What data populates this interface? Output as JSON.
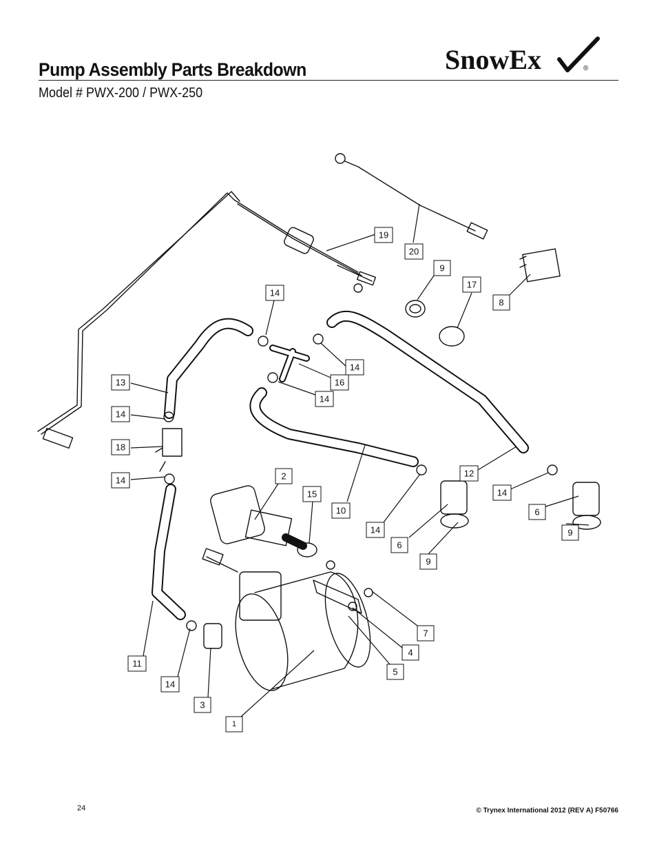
{
  "header": {
    "title": "Pump Assembly Parts Breakdown",
    "model": "Model # PWX-200 / PWX-250",
    "logo_text": "SnowEx",
    "logo_reg": "®"
  },
  "callouts": [
    "19",
    "20",
    "9",
    "17",
    "8",
    "14",
    "14",
    "16",
    "14",
    "13",
    "14",
    "18",
    "14",
    "2",
    "15",
    "10",
    "14",
    "12",
    "14",
    "6",
    "9",
    "6",
    "9",
    "7",
    "4",
    "5",
    "11",
    "14",
    "3",
    "1"
  ],
  "footer": {
    "page_number": "24",
    "copyright": "© Trynex International 2012  (REV A) F50766"
  }
}
